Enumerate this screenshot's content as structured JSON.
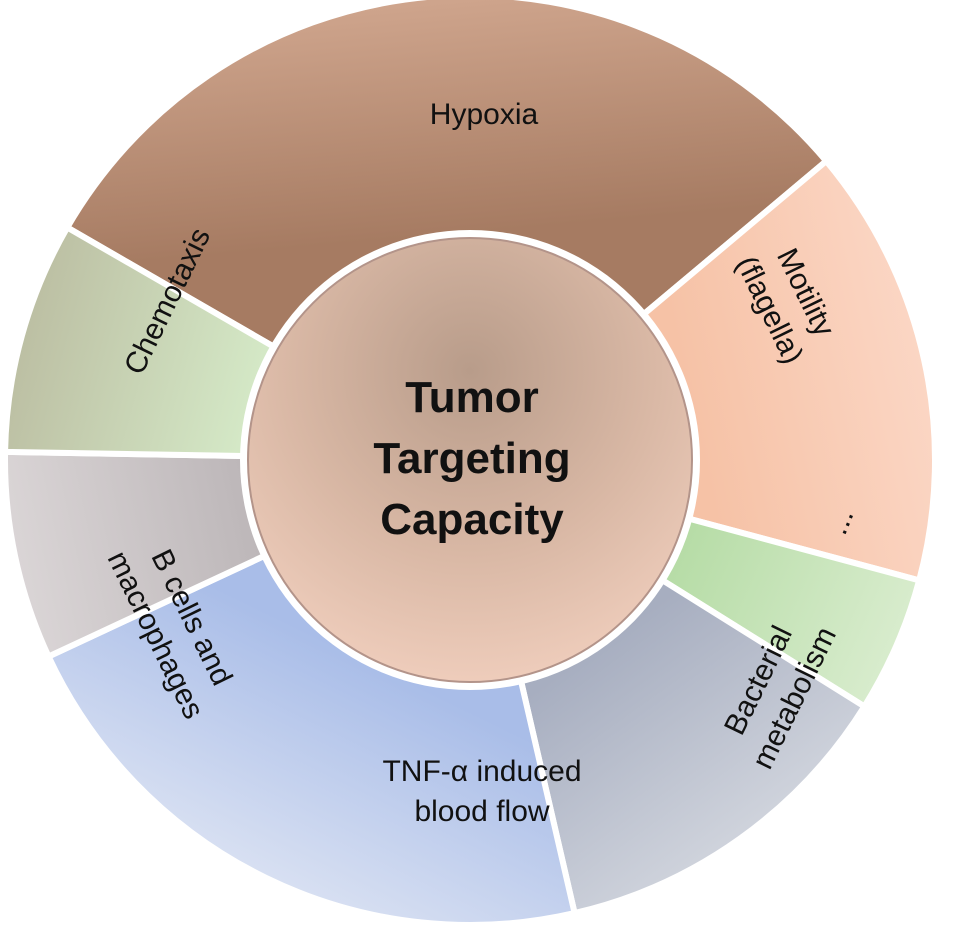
{
  "center": {
    "lines": [
      "Tumor",
      "Targeting",
      "Capacity"
    ]
  },
  "segments": [
    {
      "id": "hypoxia",
      "lines": [
        "Hypoxia"
      ],
      "colors": [
        "#a67b62",
        "#cfa58d"
      ]
    },
    {
      "id": "motility",
      "lines": [
        "Motility",
        "(flagella)"
      ],
      "colors": [
        "#f6c2a6",
        "#fbd6c4"
      ]
    },
    {
      "id": "ellipsis",
      "lines": [
        "..."
      ],
      "colors": [
        "#b6dca6",
        "#d8eccd"
      ]
    },
    {
      "id": "bacterial-metabolism",
      "lines": [
        "Bacterial",
        "metabolism"
      ],
      "colors": [
        "#a7aec0",
        "#cfd3dc"
      ]
    },
    {
      "id": "tnf-alpha",
      "lines": [
        "TNF-α induced",
        "blood flow"
      ],
      "colors": [
        "#a9bde8",
        "#d8e0f2"
      ]
    },
    {
      "id": "b-cells",
      "lines": [
        "B cells and",
        "macrophages"
      ],
      "colors": [
        "#bdb7b9",
        "#dad5d6"
      ]
    },
    {
      "id": "chemotaxis",
      "lines": [
        "Chemotaxis"
      ],
      "colors": [
        "#d4e8c6",
        "#bcbfa3"
      ]
    }
  ]
}
